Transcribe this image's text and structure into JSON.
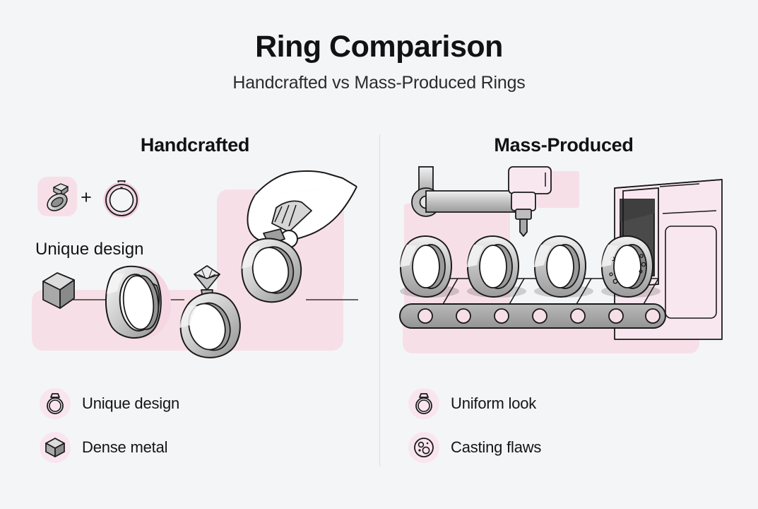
{
  "header": {
    "title": "Ring Comparison",
    "subtitle": "Handcrafted vs Mass-Produced Rings"
  },
  "colors": {
    "background": "#f4f5f7",
    "pink_panel": "#f7dfe8",
    "pink_icon_bg": "#f9e5ee",
    "metal_light": "#e8e8e8",
    "metal_mid": "#b8b8b8",
    "metal_dark": "#8c8c8c",
    "outline": "#1a1a1a",
    "divider": "#dcdee2",
    "text": "#121212"
  },
  "columns": [
    {
      "id": "handcrafted",
      "title": "Handcrafted",
      "badge": {
        "label": "Unique design",
        "plus_symbol": "+",
        "icon_a": "diamond-ring-icon",
        "icon_b": "ring-outline-icon"
      },
      "illustration": {
        "name": "handcrafted-process-illustration",
        "steps": [
          "metal-cube",
          "plain-band-ring",
          "gem-set-ring",
          "hand-placing-gem"
        ]
      },
      "features": [
        {
          "label": "Unique design",
          "icon": "ring-icon"
        },
        {
          "label": "Dense metal",
          "icon": "cube-icon"
        }
      ]
    },
    {
      "id": "mass-produced",
      "title": "Mass-Produced",
      "illustration": {
        "name": "mass-production-illustration",
        "elements": [
          "robotic-arm",
          "conveyor-belt",
          "identical-rings",
          "casting-machine"
        ],
        "ring_count": 4,
        "conveyor_roller_count": 7
      },
      "features": [
        {
          "label": "Uniform look",
          "icon": "ring-icon"
        },
        {
          "label": "Casting flaws",
          "icon": "bubbles-icon"
        }
      ]
    }
  ]
}
